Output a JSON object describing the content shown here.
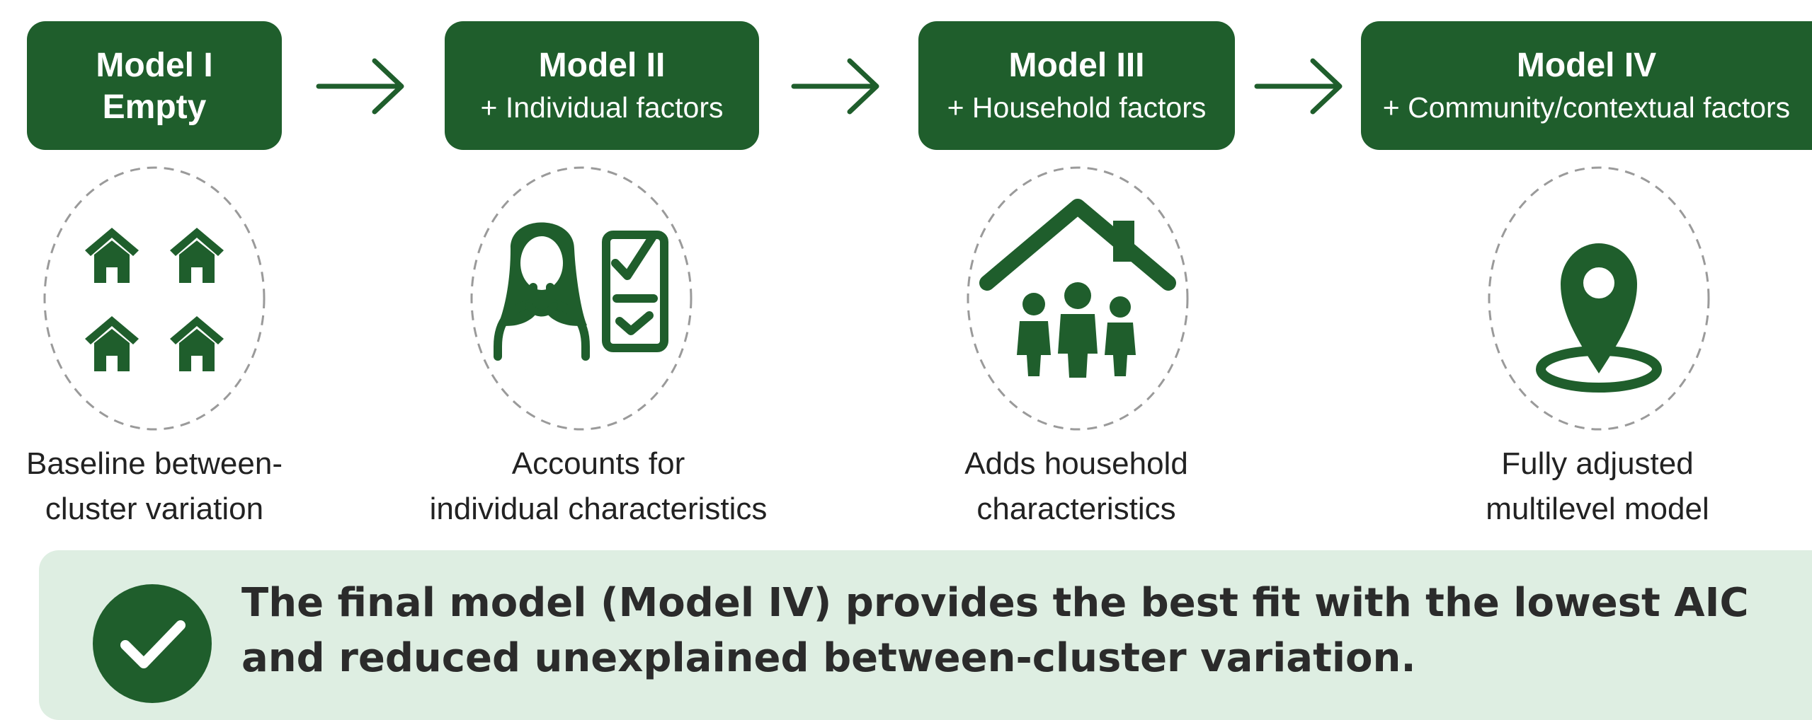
{
  "colors": {
    "primary": "#1f5e2c",
    "banner_bg": "#deeee2",
    "text": "#222222"
  },
  "models": [
    {
      "title": "Model I",
      "subtitle": "Empty",
      "icon": "four-houses-icon",
      "desc_line1": "Baseline between-",
      "desc_line2": "cluster variation"
    },
    {
      "title": "Model II",
      "subtitle": "+ Individual factors",
      "icon": "woman-checklist-icon",
      "desc_line1": "Accounts for",
      "desc_line2": "individual characteristics"
    },
    {
      "title": "Model III",
      "subtitle": "+ Household factors",
      "icon": "house-family-icon",
      "desc_line1": "Adds household",
      "desc_line2": "characteristics"
    },
    {
      "title": "Model IV",
      "subtitle": "+ Community/contextual factors",
      "icon": "location-pin-icon",
      "desc_line1": "Fully adjusted",
      "desc_line2": "multilevel model"
    }
  ],
  "conclusion": {
    "line1": "The final model (Model IV) provides the best fit with the lowest AIC",
    "line2": "and reduced unexplained between-cluster variation.",
    "icon": "check-circle-icon"
  }
}
